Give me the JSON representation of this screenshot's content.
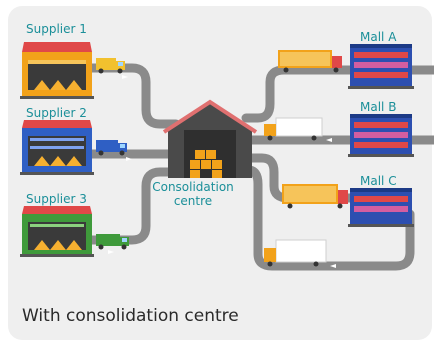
{
  "suppliers": [
    {
      "label": "Supplier 1"
    },
    {
      "label": "Supplier 2"
    },
    {
      "label": "Supplier 3"
    }
  ],
  "consolidation": {
    "line1": "Consolidation",
    "line2": "centre"
  },
  "malls": [
    {
      "label": "Mall A"
    },
    {
      "label": "Mall B"
    },
    {
      "label": "Mall C"
    }
  ],
  "caption": "With consolidation centre",
  "colors": {
    "background": "#efefef",
    "road": "#8a8a8a",
    "label_teal": "#1b8f99",
    "supplier1": "#f2a21a",
    "supplier2": "#2f5fc4",
    "supplier3": "#3f9a3b",
    "roof_red": "#e04848",
    "mall_blue": "#2d4fb0"
  }
}
